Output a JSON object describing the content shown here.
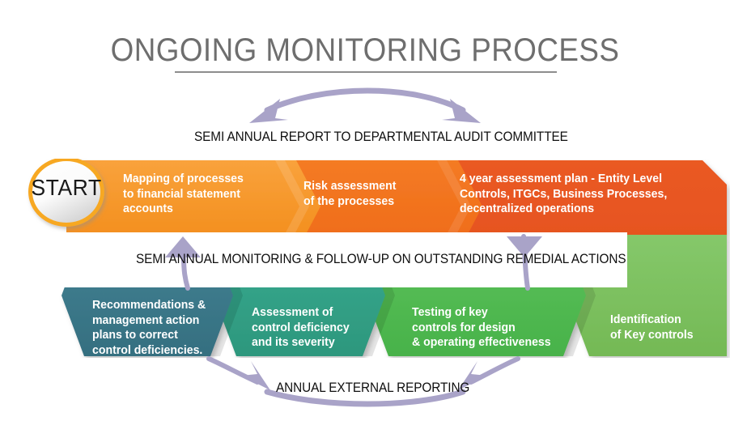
{
  "title": "ONGOING MONITORING PROCESS",
  "start_badge": "START",
  "bands": {
    "top": "SEMI ANNUAL REPORT TO DEPARTMENTAL AUDIT COMMITTEE",
    "middle": "SEMI ANNUAL MONITORING & FOLLOW-UP ON OUTSTANDING REMEDIAL ACTIONS",
    "bottom": "ANNUAL EXTERNAL REPORTING"
  },
  "top_row": [
    {
      "label": "Mapping of processes\nto financial statement\naccounts",
      "color": "#f7941e"
    },
    {
      "label": "Risk assessment\nof the processes",
      "color": "#f26a21"
    },
    {
      "label": "4 year assessment plan - Entity Level\nControls, ITGCs, Business Processes,\ndecentralized operations",
      "color": "#e8521f"
    }
  ],
  "bottom_row": [
    {
      "label": "Identification\nof Key controls",
      "color": "#7cc15f"
    },
    {
      "label": "Testing of key\ncontrols for design\n& operating effectiveness",
      "color": "#53bb52"
    },
    {
      "label": "Assessment of\ncontrol deficiency\nand its severity",
      "color": "#33a186"
    },
    {
      "label": "Recommendations &\nmanagement action\nplans to correct\ncontrol deficiencies.",
      "color": "#3a7a8c"
    }
  ],
  "colors": {
    "arrow": "#a9a3c8",
    "title": "#6e6e6e",
    "start_ring": "#f7a823",
    "label_text": "#0f0f0f",
    "step_text": "#ffffff",
    "background": "#ffffff"
  },
  "arrows": {
    "top_arc": "double-headed-arc-up",
    "left_vertical": "arrow-up",
    "right_vertical": "arrow-down",
    "bottom_arc": "double-headed-arc-down"
  }
}
